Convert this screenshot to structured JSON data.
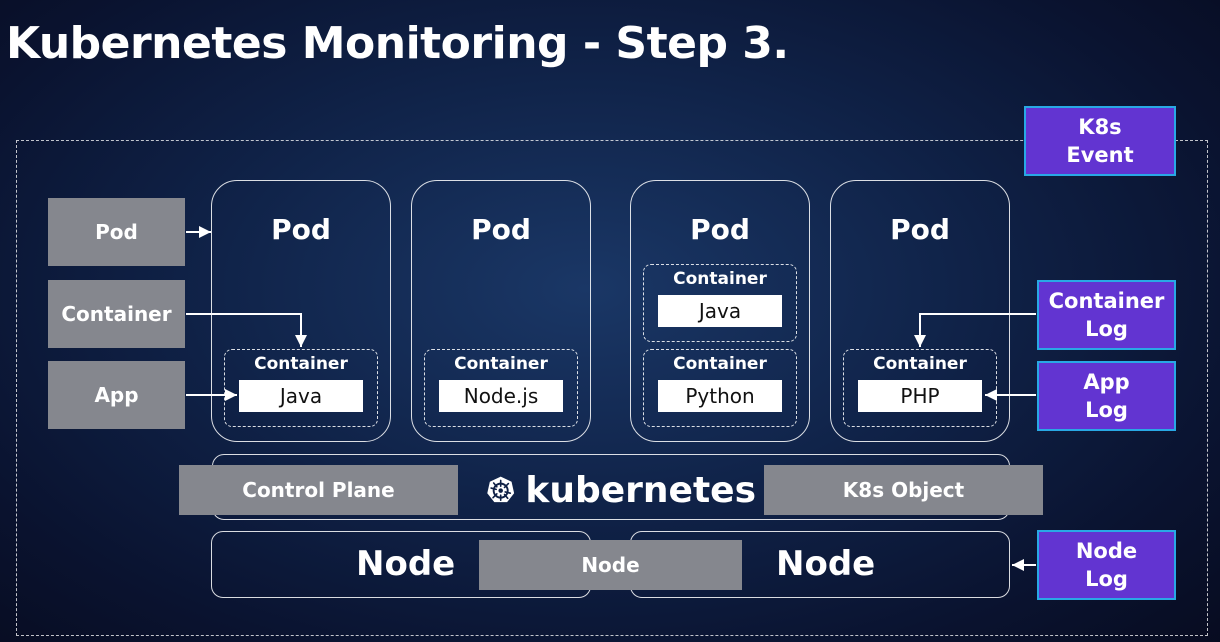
{
  "title": "Kubernetes Monitoring - Step 3.",
  "pods": [
    {
      "label": "Pod",
      "containers": [
        {
          "label": "Container",
          "runtime": "Java"
        }
      ]
    },
    {
      "label": "Pod",
      "containers": [
        {
          "label": "Container",
          "runtime": "Node.js"
        }
      ]
    },
    {
      "label": "Pod",
      "containers": [
        {
          "label": "Container",
          "runtime": "Java"
        },
        {
          "label": "Container",
          "runtime": "Python"
        }
      ]
    },
    {
      "label": "Pod",
      "containers": [
        {
          "label": "Container",
          "runtime": "PHP"
        }
      ]
    }
  ],
  "left_sources": {
    "pod": "Pod",
    "container": "Container",
    "app": "App"
  },
  "right_sources": {
    "k8s_event": [
      "K8s",
      "Event"
    ],
    "container_log": [
      "Container",
      "Log"
    ],
    "app_log": [
      "App",
      "Log"
    ],
    "node_log": [
      "Node",
      "Log"
    ]
  },
  "control_bar": {
    "control_plane": "Control Plane",
    "brand": "kubernetes",
    "k8s_object": "K8s Object"
  },
  "nodes": {
    "left": "Node",
    "middle": "Node",
    "right": "Node"
  },
  "colors": {
    "gray": "#85878e",
    "purple": "#6234d1",
    "cyan_border": "#29a8e5"
  }
}
